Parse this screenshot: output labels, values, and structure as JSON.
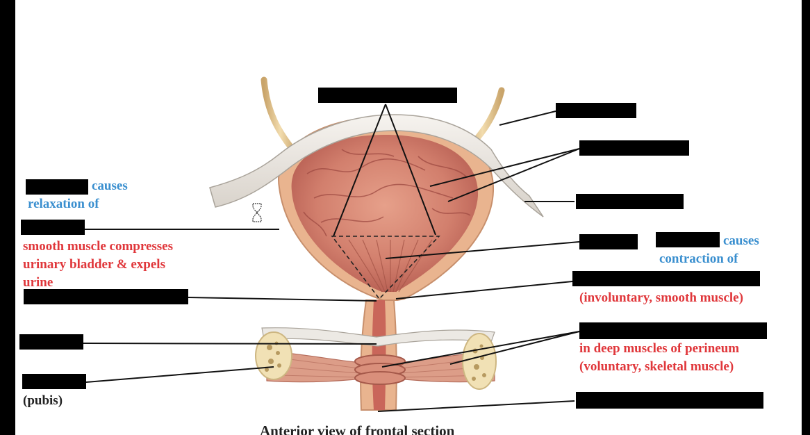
{
  "annotations": {
    "left_causes": "causes",
    "left_relaxation": "relaxation of",
    "detrusor_line1": "smooth muscle compresses",
    "detrusor_line2": "urinary bladder & expels",
    "detrusor_line3": "urine",
    "pubis": "(pubis)",
    "right_causes": "causes",
    "right_contraction": "contraction of",
    "involuntary": "(involuntary, smooth muscle)",
    "deep_muscles": "in deep muscles of perineum",
    "voluntary": "(voluntary, skeletal muscle)"
  },
  "caption": "Anterior view of frontal section",
  "colors": {
    "blue_text": "#3a8fcf",
    "red_text": "#e0373b",
    "tissue_outer": "#e9b48f",
    "tissue_inner": "#c9665a",
    "peritoneum": "#ece9e4"
  }
}
